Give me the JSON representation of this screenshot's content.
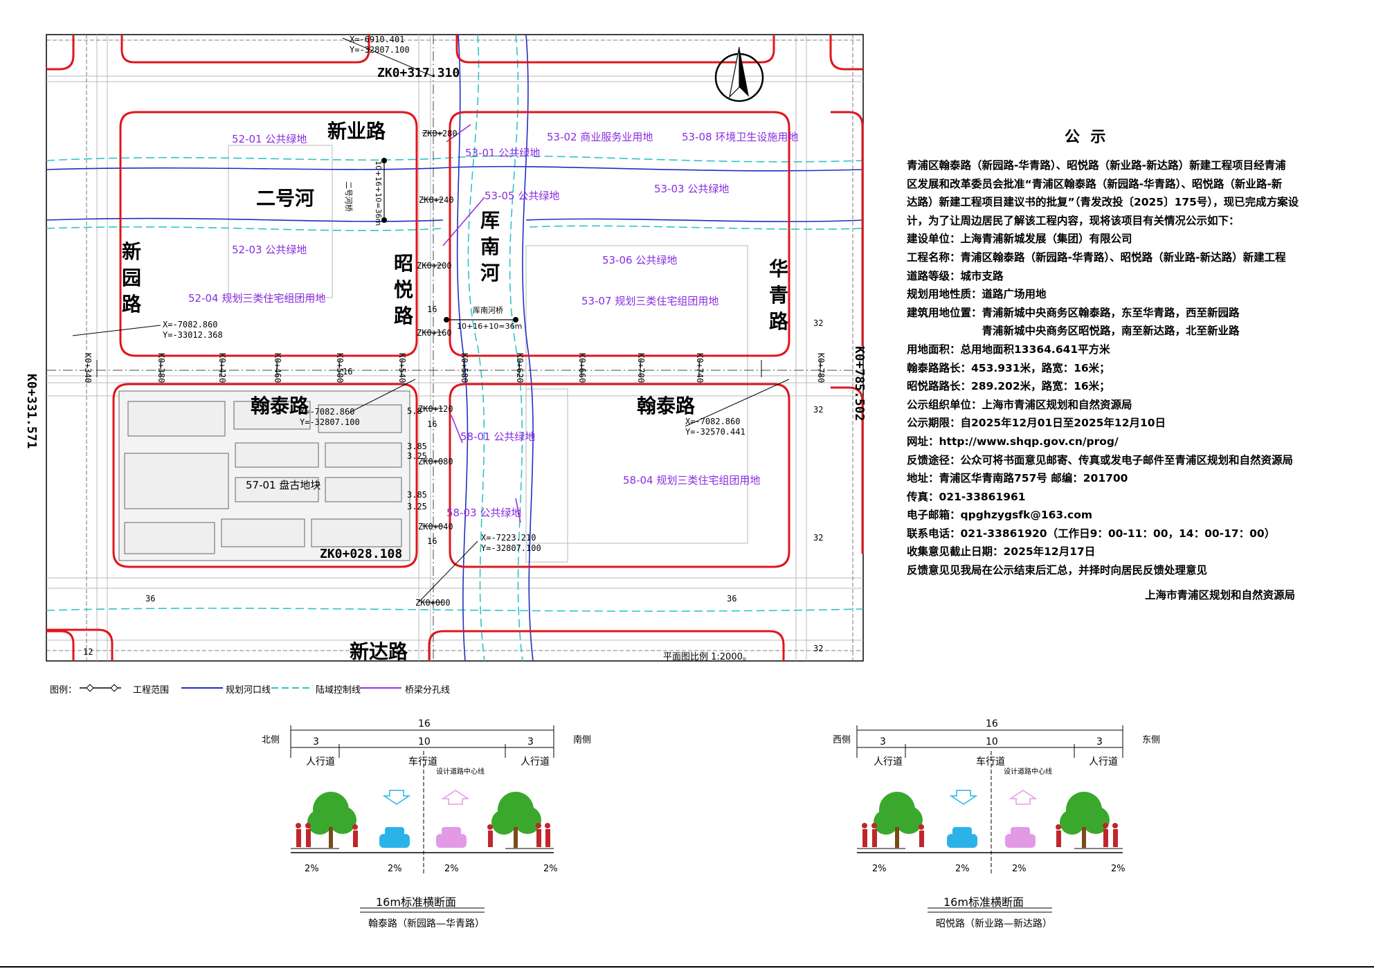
{
  "notice": {
    "title": "公  示",
    "intro": [
      "青浦区翰泰路（新园路-华青路）、昭悦路（新业路-新达路）新建工程项目经青浦",
      "区发展和改革委员会批准“青浦区翰泰路（新园路-华青路）、昭悦路（新业路-新",
      "达路）新建工程项目建议书的批复”（青发改投〔2025〕175号），现已完成方案设",
      "计，为了让周边居民了解该工程内容，现将该项目有关情况公示如下："
    ],
    "items": [
      "建设单位：上海青浦新城发展（集团）有限公司",
      "工程名称：青浦区翰泰路（新园路-华青路）、昭悦路（新业路-新达路）新建工程",
      "道路等级：城市支路",
      "规划用地性质：道路广场用地",
      "建筑用地位置：青浦新城中央商务区翰泰路，东至华青路，西至新园路",
      "　　　　　　　青浦新城中央商务区昭悦路，南至新达路，北至新业路",
      "用地面积：总用地面积13364.641平方米",
      "翰泰路路长：453.931米，路宽：16米；",
      "昭悦路路长：289.202米，路宽：16米；",
      "公示组织单位：上海市青浦区规划和自然资源局",
      "公示期限：自2025年12月01日至2025年12月10日",
      "网址：http://www.shqp.gov.cn/prog/",
      "反馈途径：公众可将书面意见邮寄、传真或发电子邮件至青浦区规划和自然资源局",
      "地址：青浦区华青南路757号 邮编：201700",
      "传真：021-33861961",
      "电子邮箱：qpghzygsfk@163.com",
      "联系电话：021-33861920（工作日9：00-11：00，14：00-17：00）",
      "收集意见截止日期：2025年12月17日",
      "反馈意见见我局在公示结束后汇总，并择时向居民反馈处理意见"
    ],
    "signature": "上海市青浦区规划和自然资源局"
  },
  "roads": {
    "xinye": "新业路",
    "xinda": "新达路",
    "hantai_w": "翰泰路",
    "hantai_e": "翰泰路",
    "xinyuan": "新园路",
    "zhaoyue": "昭悦路",
    "huaqing": "华青路",
    "kunan": "厍南河",
    "erhao": "二号河"
  },
  "parcels": {
    "p5201": "52-01  公共绿地",
    "p5203": "52-03  公共绿地",
    "p5204": "52-04  规划三类住宅组团用地",
    "p5301": "53-01  公共绿地",
    "p5302": "53-02  商业服务业用地",
    "p5308": "53-08  环境卫生设施用地",
    "p5303": "53-03  公共绿地",
    "p5305": "53-05  公共绿地",
    "p5306": "53-06  公共绿地",
    "p5307": "53-07  规划三类住宅组团用地",
    "p5801": "58-01  公共绿地",
    "p5804": "58-04  规划三类住宅组团用地",
    "p5803": "58-03  公共绿地",
    "p5701": "57-01  盘古地块"
  },
  "stations": {
    "zk_top": "ZK0+317.310",
    "zk_bottom": "ZK0+028.108",
    "k_left": "K0+331.571",
    "k_right": "K0+785.502",
    "zk280": "ZK0+280",
    "zk240": "ZK0+240",
    "zk200": "ZK0+200",
    "zk160": "ZK0+160",
    "zk120": "ZK0+120",
    "zk080": "ZK0+080",
    "zk040": "ZK0+040",
    "zk000": "ZK0+000",
    "k340": "K0+340",
    "k380": "K0+380",
    "k420": "K0+420",
    "k460": "K0+460",
    "k500": "K0+500",
    "k540": "K0+540",
    "k580": "K0+580",
    "k620": "K0+620",
    "k660": "K0+660",
    "k700": "K0+700",
    "k740": "K0+740",
    "k780": "K0+780"
  },
  "coords": {
    "c1": "X=-6910.401\nY=-32807.100",
    "c2": "X=-7082.860\nY=-33012.368",
    "c3": "X=-7082.860\nY=-32807.100",
    "c4": "X=-7082.860\nY=-32570.441",
    "c5": "X=-7223.210\nY=-32807.100"
  },
  "bridges": {
    "erhao_name": "二号河桥",
    "erhao_span": "10+16+10=36m",
    "kunan_name": "厍南河桥",
    "kunan_span": "10+16+10=36m"
  },
  "dims": {
    "d16a": "16",
    "d16b": "16",
    "d16c": "16",
    "d16d": "16",
    "d32a": "32",
    "d32b": "32",
    "d32c": "32",
    "d32d": "32",
    "d36a": "36",
    "d36b": "36",
    "d12": "12",
    "d385a": "3.85",
    "d385b": "3.85",
    "d325a": "3.25",
    "d325b": "3.25",
    "d58": "5.8"
  },
  "scale": "平面图比例 1:2000。",
  "legend": {
    "title": "图例：",
    "items": [
      {
        "label": "工程范围",
        "color": "#000000"
      },
      {
        "label": "规划河口线",
        "color": "#1f2dbf"
      },
      {
        "label": "陆域控制线",
        "color": "#2ec4c4"
      },
      {
        "label": "桥梁分孔线",
        "color": "#9b30d9"
      }
    ]
  },
  "sections": [
    {
      "left_side": "北侧",
      "right_side": "南侧",
      "total": "16",
      "sw_l": "3",
      "carriage": "10",
      "sw_r": "3",
      "sw_label_l": "人行道",
      "carriage_label": "车行道",
      "sw_label_r": "人行道",
      "center_label": "设计道路中心线",
      "slope": "2%",
      "title": "16m标准横断面",
      "name": "翰泰路（新园路—华青路）"
    },
    {
      "left_side": "西侧",
      "right_side": "东侧",
      "total": "16",
      "sw_l": "3",
      "carriage": "10",
      "sw_r": "3",
      "sw_label_l": "人行道",
      "carriage_label": "车行道",
      "sw_label_r": "人行道",
      "center_label": "设计道路中心线",
      "slope": "2%",
      "title": "16m标准横断面",
      "name": "昭悦路（新业路—新达路）"
    }
  ],
  "colors": {
    "red": "#e0161c",
    "blue": "#1f2dbf",
    "cyan": "#2ec4c4",
    "purple": "#9b30d9",
    "tree": "#3aa82c",
    "car_blue": "#2bb3e8",
    "car_pink": "#e29ae5",
    "ped": "#c0262c"
  }
}
